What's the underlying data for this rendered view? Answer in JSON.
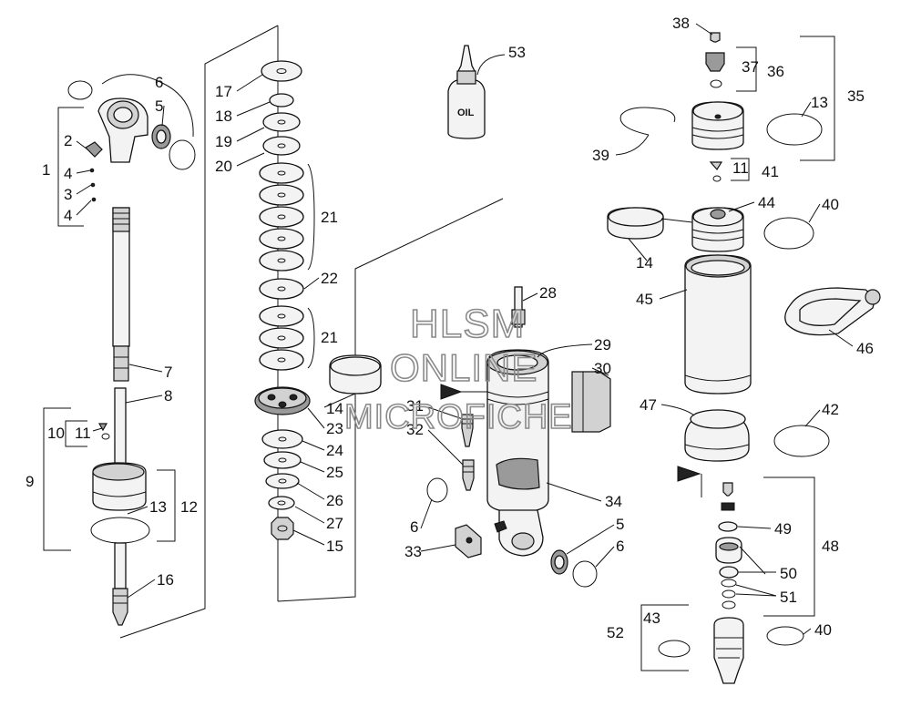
{
  "diagram": {
    "callouts": {
      "c1": "1",
      "c2": "2",
      "c3": "3",
      "c4a": "4",
      "c4b": "4",
      "c5a": "5",
      "c5b": "5",
      "c6a": "6",
      "c6b": "6",
      "c6c": "6",
      "c7": "7",
      "c8": "8",
      "c9": "9",
      "c10": "10",
      "c11a": "11",
      "c11b": "11",
      "c12": "12",
      "c13a": "13",
      "c13b": "13",
      "c14a": "14",
      "c14b": "14",
      "c15": "15",
      "c16": "16",
      "c17": "17",
      "c18": "18",
      "c19": "19",
      "c20": "20",
      "c21a": "21",
      "c21b": "21",
      "c22": "22",
      "c23": "23",
      "c24": "24",
      "c25": "25",
      "c26": "26",
      "c27": "27",
      "c28": "28",
      "c29": "29",
      "c30": "30",
      "c31": "31",
      "c32": "32",
      "c33": "33",
      "c34": "34",
      "c35": "35",
      "c36": "36",
      "c37": "37",
      "c38": "38",
      "c39": "39",
      "c40a": "40",
      "c40b": "40",
      "c41": "41",
      "c42": "42",
      "c43": "43",
      "c44": "44",
      "c45": "45",
      "c46": "46",
      "c47": "47",
      "c48": "48",
      "c49": "49",
      "c50": "50",
      "c51": "51",
      "c52": "52",
      "c53": "53"
    },
    "oil_label": "OIL",
    "watermark": {
      "line1": "HLSM",
      "line2": "ONLINE",
      "line3": "MICROFICHE"
    }
  }
}
